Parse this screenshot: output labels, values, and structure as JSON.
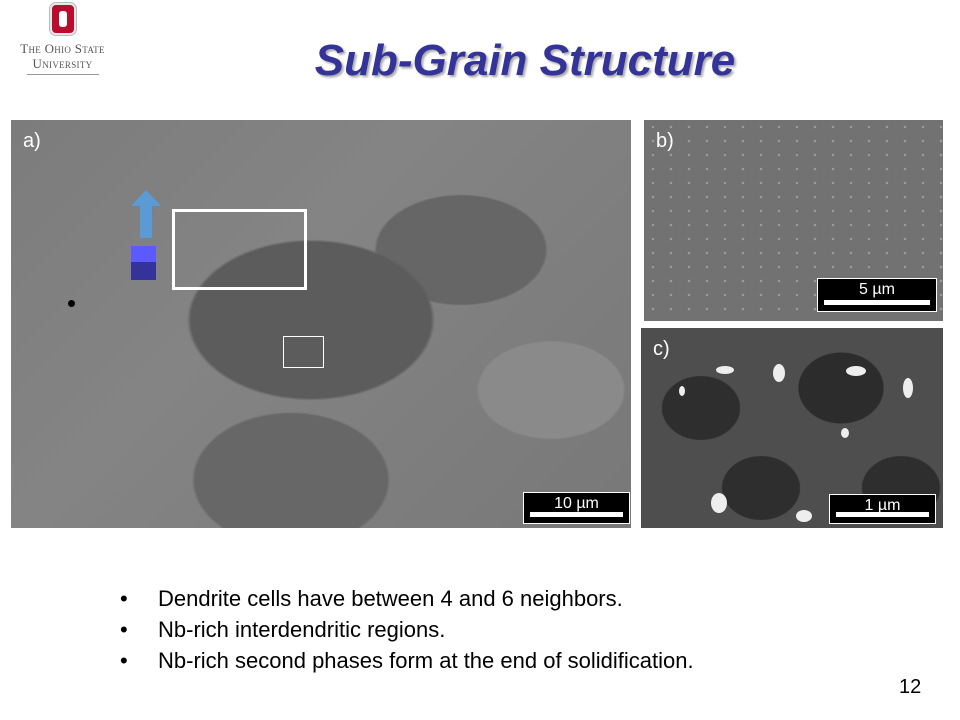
{
  "logo": {
    "line1": "The Ohio State",
    "line2": "University"
  },
  "title": "Sub-Grain Structure",
  "panels": [
    {
      "label": "a)",
      "scale": "10 µm"
    },
    {
      "label": "b)",
      "scale": "5 µm"
    },
    {
      "label": "c)",
      "scale": "1 µm"
    }
  ],
  "bullets": [
    "Dendrite cells have between 4 and 6 neighbors.",
    "Nb-rich interdendritic regions.",
    "Nb-rich second phases form at the end of solidification."
  ],
  "bullet_glyph": "•",
  "page_number": "12"
}
